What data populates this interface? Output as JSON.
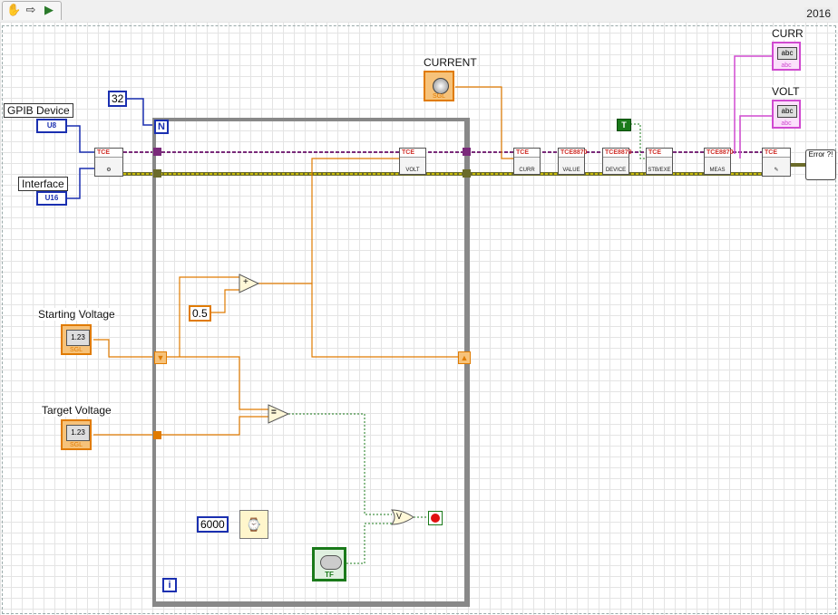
{
  "toolbar": {
    "year": "2016"
  },
  "controls": {
    "gpib_device": {
      "label": "GPIB Device",
      "type": "U8"
    },
    "interface": {
      "label": "Interface",
      "type": "U16"
    },
    "starting_voltage": {
      "label": "Starting Voltage",
      "value": "1.23",
      "type": "SGL"
    },
    "target_voltage": {
      "label": "Target Voltage",
      "value": "1.23",
      "type": "SGL"
    },
    "current": {
      "label": "CURRENT",
      "type": "SGL"
    },
    "stop_button": {
      "type": "TF"
    }
  },
  "constants": {
    "n32": "32",
    "half": "0.5",
    "wait_ms": "6000",
    "true_const": "T"
  },
  "indicators": {
    "curr": {
      "label": "CURR",
      "value": "abc",
      "type": "abc"
    },
    "volt": {
      "label": "VOLT",
      "value": "abc",
      "type": "abc"
    }
  },
  "subvis": {
    "open": "TCE",
    "volt": "VOLT",
    "curr": "CURR",
    "value": "VALUE",
    "device": "DEVICE",
    "stb": "STB/EXE",
    "meas": "MEAS",
    "close": "TCE",
    "tce": "TCE",
    "tce8870": "TCE8870"
  },
  "nodes": {
    "add": "+",
    "equal": "=",
    "or": "V",
    "error": "Error ?!"
  },
  "loop": {
    "iteration": "i",
    "count": "N"
  },
  "colors": {
    "orange_wire": "#e07b00",
    "blue_wire": "#1a2fb0",
    "pink_wire": "#d04ad0",
    "green_wire": "#1a7a1a",
    "error_wire": "#c8b400"
  }
}
